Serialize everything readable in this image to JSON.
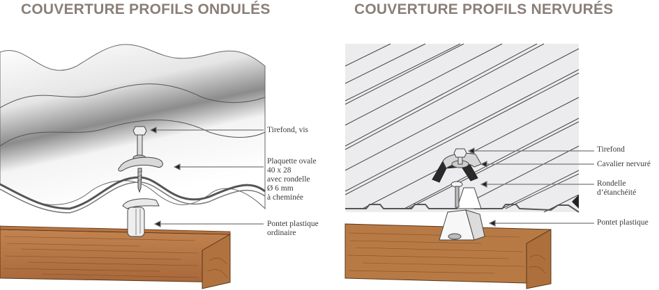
{
  "left_panel": {
    "title": "COUVERTURE PROFILS ONDULÉS",
    "labels": {
      "tirefond": "Tirefond, vis",
      "plaquette": [
        "Plaquette ovale",
        "40 x 28",
        "avec rondelle",
        "Ø 6 mm",
        "à cheminée"
      ],
      "pontet": [
        "Pontet plastique",
        "ordinaire"
      ]
    }
  },
  "right_panel": {
    "title": "COUVERTURE PROFILS NERVURÉS",
    "labels": {
      "tirefond": "Tirefond",
      "cavalier": "Cavalier nervuré",
      "rondelle": [
        "Rondelle",
        "d’étanchéité"
      ],
      "pontet": "Pontet plastique"
    }
  },
  "colors": {
    "title": "#8a7f78",
    "wood": "#b87a45",
    "wood_dark": "#8a5226",
    "sheet_light": "#f2f2f2",
    "sheet_shadow": "#6e6e6e",
    "leader_line": "#777777",
    "label_text": "#3a3a3a"
  }
}
